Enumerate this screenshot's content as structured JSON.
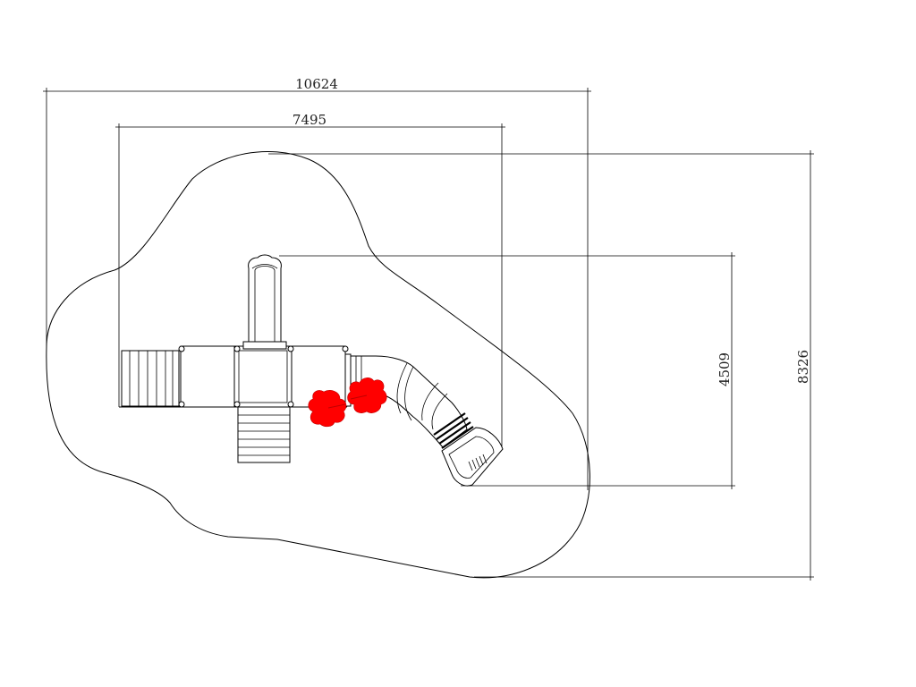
{
  "drawing": {
    "dimensions": {
      "overall_width": "10624",
      "equipment_width": "7495",
      "equipment_depth": "4509",
      "overall_depth": "8326"
    }
  },
  "colors": {
    "line": "#000000",
    "accent": "#ff0000",
    "background": "#ffffff"
  }
}
